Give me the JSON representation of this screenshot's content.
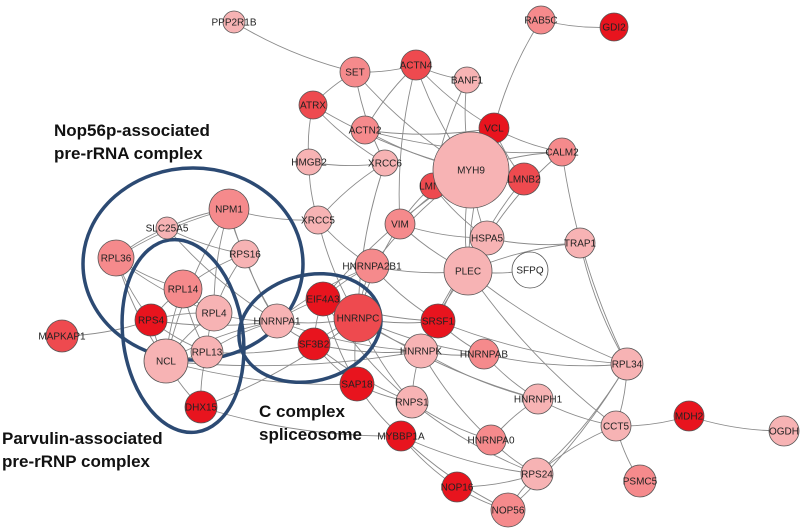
{
  "annotations": {
    "nop56": [
      "Nop56p-associated",
      "pre-rRNA complex"
    ],
    "parvulin": [
      "Parvulin-associated",
      "pre-rRNP complex"
    ],
    "ccomplex": [
      "C complex",
      "spliceosome"
    ]
  },
  "colors": {
    "edge": "#8a8a8a",
    "cluster_outline": "#2c4a73",
    "node_stroke": "#555555",
    "red_dark": "#e8141e",
    "red_mid": "#ee4a4f",
    "red_light": "#f58a8c",
    "pink": "#f7b3b4",
    "white": "#ffffff"
  },
  "nodes": [
    {
      "id": "PPP2R1B",
      "label": "PPP2R1B",
      "shade": "pink"
    },
    {
      "id": "RAB5C",
      "label": "RAB5C",
      "shade": "red_light"
    },
    {
      "id": "GDI2",
      "label": "GDI2",
      "shade": "red_dark"
    },
    {
      "id": "SET",
      "label": "SET",
      "shade": "red_light"
    },
    {
      "id": "ACTN4",
      "label": "ACTN4",
      "shade": "red_mid"
    },
    {
      "id": "BANF1",
      "label": "BANF1",
      "shade": "pink"
    },
    {
      "id": "ATRX",
      "label": "ATRX",
      "shade": "red_mid"
    },
    {
      "id": "ACTN2",
      "label": "ACTN2",
      "shade": "red_light"
    },
    {
      "id": "VCL",
      "label": "VCL",
      "shade": "red_dark"
    },
    {
      "id": "CALM2",
      "label": "CALM2",
      "shade": "red_light"
    },
    {
      "id": "HMGB2",
      "label": "HMGB2",
      "shade": "pink"
    },
    {
      "id": "XRCC6",
      "label": "XRCC6",
      "shade": "pink"
    },
    {
      "id": "LMNA",
      "label": "LMNA",
      "shade": "red_mid"
    },
    {
      "id": "MYH9",
      "label": "MYH9",
      "shade": "pink"
    },
    {
      "id": "LMNB2",
      "label": "LMNB2",
      "shade": "red_mid"
    },
    {
      "id": "NPM1",
      "label": "NPM1",
      "shade": "red_light"
    },
    {
      "id": "SLC25A5",
      "label": "SLC25A5",
      "shade": "pink"
    },
    {
      "id": "XRCC5",
      "label": "XRCC5",
      "shade": "pink"
    },
    {
      "id": "VIM",
      "label": "VIM",
      "shade": "red_light"
    },
    {
      "id": "HSPA5",
      "label": "HSPA5",
      "shade": "pink"
    },
    {
      "id": "TRAP1",
      "label": "TRAP1",
      "shade": "pink"
    },
    {
      "id": "RPL36",
      "label": "RPL36",
      "shade": "red_light"
    },
    {
      "id": "RPS16",
      "label": "RPS16",
      "shade": "pink"
    },
    {
      "id": "HNRNPA2B1",
      "label": "HNRNPA2B1",
      "shade": "red_light"
    },
    {
      "id": "PLEC",
      "label": "PLEC",
      "shade": "pink"
    },
    {
      "id": "SFPQ",
      "label": "SFPQ",
      "shade": "white"
    },
    {
      "id": "RPL14",
      "label": "RPL14",
      "shade": "red_light"
    },
    {
      "id": "RPL4",
      "label": "RPL4",
      "shade": "pink"
    },
    {
      "id": "EIF4A3",
      "label": "EIF4A3",
      "shade": "red_dark"
    },
    {
      "id": "HNRNPA1",
      "label": "HNRNPA1",
      "shade": "pink"
    },
    {
      "id": "HNRNPC",
      "label": "HNRNPC",
      "shade": "red_mid"
    },
    {
      "id": "SRSF1",
      "label": "SRSF1",
      "shade": "red_dark"
    },
    {
      "id": "MAPKAP1",
      "label": "MAPKAP1",
      "shade": "red_mid"
    },
    {
      "id": "RPS4",
      "label": "RPS4",
      "shade": "red_dark"
    },
    {
      "id": "NCL",
      "label": "NCL",
      "shade": "pink"
    },
    {
      "id": "RPL13",
      "label": "RPL13",
      "shade": "pink"
    },
    {
      "id": "SF3B2",
      "label": "SF3B2",
      "shade": "red_dark"
    },
    {
      "id": "HNRNPK",
      "label": "HNRNPK",
      "shade": "pink"
    },
    {
      "id": "HNRNPAB",
      "label": "HNRNPAB",
      "shade": "red_light"
    },
    {
      "id": "RPL34",
      "label": "RPL34",
      "shade": "pink"
    },
    {
      "id": "SAP18",
      "label": "SAP18",
      "shade": "red_dark"
    },
    {
      "id": "RNPS1",
      "label": "RNPS1",
      "shade": "pink"
    },
    {
      "id": "HNRNPH1",
      "label": "HNRNPH1",
      "shade": "pink"
    },
    {
      "id": "DHX15",
      "label": "DHX15",
      "shade": "red_dark"
    },
    {
      "id": "MYBBP1A",
      "label": "MYBBP1A",
      "shade": "red_dark"
    },
    {
      "id": "HNRNPA0",
      "label": "HNRNPA0",
      "shade": "red_light"
    },
    {
      "id": "CCT5",
      "label": "CCT5",
      "shade": "pink"
    },
    {
      "id": "MDH2",
      "label": "MDH2",
      "shade": "red_dark"
    },
    {
      "id": "OGDH",
      "label": "OGDH",
      "shade": "pink"
    },
    {
      "id": "RPS24",
      "label": "RPS24",
      "shade": "pink"
    },
    {
      "id": "PSMC5",
      "label": "PSMC5",
      "shade": "red_light"
    },
    {
      "id": "NOP16",
      "label": "NOP16",
      "shade": "red_dark"
    },
    {
      "id": "NOP56",
      "label": "NOP56",
      "shade": "red_light"
    }
  ],
  "edges": [
    [
      "PPP2R1B",
      "SET"
    ],
    [
      "RAB5C",
      "GDI2"
    ],
    [
      "RAB5C",
      "VCL"
    ],
    [
      "SET",
      "ACTN4"
    ],
    [
      "SET",
      "XRCC6"
    ],
    [
      "SET",
      "ATRX"
    ],
    [
      "SET",
      "MYH9"
    ],
    [
      "ACTN4",
      "ACTN2"
    ],
    [
      "ACTN4",
      "VCL"
    ],
    [
      "ACTN4",
      "MYH9"
    ],
    [
      "ACTN4",
      "BANF1"
    ],
    [
      "ACTN4",
      "VIM"
    ],
    [
      "BANF1",
      "LMNA"
    ],
    [
      "BANF1",
      "MYH9"
    ],
    [
      "ATRX",
      "HMGB2"
    ],
    [
      "ATRX",
      "XRCC6"
    ],
    [
      "ATRX",
      "MYH9"
    ],
    [
      "ACTN2",
      "VCL"
    ],
    [
      "ACTN2",
      "MYH9"
    ],
    [
      "ACTN2",
      "CALM2"
    ],
    [
      "VCL",
      "MYH9"
    ],
    [
      "VCL",
      "CALM2"
    ],
    [
      "VCL",
      "PLEC"
    ],
    [
      "VCL",
      "LMNB2"
    ],
    [
      "CALM2",
      "MYH9"
    ],
    [
      "CALM2",
      "RPL34"
    ],
    [
      "CALM2",
      "HSPA5"
    ],
    [
      "HMGB2",
      "XRCC6"
    ],
    [
      "HMGB2",
      "XRCC5"
    ],
    [
      "XRCC6",
      "XRCC5"
    ],
    [
      "XRCC6",
      "HNRNPC"
    ],
    [
      "LMNA",
      "MYH9"
    ],
    [
      "LMNA",
      "VIM"
    ],
    [
      "LMNA",
      "LMNB2"
    ],
    [
      "LMNA",
      "HSPA5"
    ],
    [
      "MYH9",
      "LMNB2"
    ],
    [
      "MYH9",
      "PLEC"
    ],
    [
      "MYH9",
      "HSPA5"
    ],
    [
      "MYH9",
      "VIM"
    ],
    [
      "MYH9",
      "HNRNPA2B1"
    ],
    [
      "MYH9",
      "EIF4A3"
    ],
    [
      "LMNB2",
      "PLEC"
    ],
    [
      "NPM1",
      "SLC25A5"
    ],
    [
      "NPM1",
      "RPS16"
    ],
    [
      "NPM1",
      "RPL36"
    ],
    [
      "NPM1",
      "RPL4"
    ],
    [
      "NPM1",
      "NCL"
    ],
    [
      "NPM1",
      "HNRNPA1"
    ],
    [
      "NPM1",
      "XRCC5"
    ],
    [
      "SLC25A5",
      "RPL36"
    ],
    [
      "SLC25A5",
      "RPS16"
    ],
    [
      "XRCC5",
      "HNRNPA2B1"
    ],
    [
      "XRCC5",
      "HNRNPC"
    ],
    [
      "VIM",
      "HSPA5"
    ],
    [
      "VIM",
      "PLEC"
    ],
    [
      "VIM",
      "HNRNPC"
    ],
    [
      "HSPA5",
      "PLEC"
    ],
    [
      "HSPA5",
      "TRAP1"
    ],
    [
      "HSPA5",
      "SRSF1"
    ],
    [
      "HSPA5",
      "HNRNPK"
    ],
    [
      "TRAP1",
      "PLEC"
    ],
    [
      "TRAP1",
      "RPL34"
    ],
    [
      "RPL36",
      "RPL14"
    ],
    [
      "RPL36",
      "RPS4"
    ],
    [
      "RPL36",
      "RPL4"
    ],
    [
      "RPL36",
      "NCL"
    ],
    [
      "RPS16",
      "RPL4"
    ],
    [
      "RPS16",
      "RPL14"
    ],
    [
      "RPS16",
      "HNRNPA1"
    ],
    [
      "HNRNPA2B1",
      "HNRNPC"
    ],
    [
      "HNRNPA2B1",
      "EIF4A3"
    ],
    [
      "HNRNPA2B1",
      "PLEC"
    ],
    [
      "HNRNPA2B1",
      "HNRNPA1"
    ],
    [
      "HNRNPA2B1",
      "SRSF1"
    ],
    [
      "PLEC",
      "SFPQ"
    ],
    [
      "PLEC",
      "HNRNPK"
    ],
    [
      "PLEC",
      "RPL34"
    ],
    [
      "PLEC",
      "CCT5"
    ],
    [
      "RPL14",
      "RPS4"
    ],
    [
      "RPL14",
      "RPL4"
    ],
    [
      "RPL14",
      "NCL"
    ],
    [
      "RPL14",
      "RPL13"
    ],
    [
      "RPL4",
      "RPS4"
    ],
    [
      "RPL4",
      "NCL"
    ],
    [
      "RPL4",
      "RPL13"
    ],
    [
      "RPL4",
      "HNRNPA1"
    ],
    [
      "EIF4A3",
      "HNRNPC"
    ],
    [
      "EIF4A3",
      "SF3B2"
    ],
    [
      "EIF4A3",
      "HNRNPA1"
    ],
    [
      "EIF4A3",
      "SRSF1"
    ],
    [
      "EIF4A3",
      "SAP18"
    ],
    [
      "EIF4A3",
      "RNPS1"
    ],
    [
      "HNRNPA1",
      "HNRNPC"
    ],
    [
      "HNRNPA1",
      "SF3B2"
    ],
    [
      "HNRNPA1",
      "RPL13"
    ],
    [
      "HNRNPA1",
      "NCL"
    ],
    [
      "HNRNPC",
      "SF3B2"
    ],
    [
      "HNRNPC",
      "SRSF1"
    ],
    [
      "HNRNPC",
      "HNRNPK"
    ],
    [
      "HNRNPC",
      "HNRNPAB"
    ],
    [
      "HNRNPC",
      "SAP18"
    ],
    [
      "HNRNPC",
      "RNPS1"
    ],
    [
      "HNRNPC",
      "HNRNPH1"
    ],
    [
      "SRSF1",
      "HNRNPK"
    ],
    [
      "SRSF1",
      "HNRNPAB"
    ],
    [
      "SRSF1",
      "RPL34"
    ],
    [
      "MAPKAP1",
      "RPS4"
    ],
    [
      "RPS4",
      "NCL"
    ],
    [
      "RPS4",
      "RPL13"
    ],
    [
      "NCL",
      "RPL13"
    ],
    [
      "NCL",
      "DHX15"
    ],
    [
      "NCL",
      "HNRNPK"
    ],
    [
      "RPL13",
      "DHX15"
    ],
    [
      "SF3B2",
      "SAP18"
    ],
    [
      "SF3B2",
      "HNRNPK"
    ],
    [
      "SF3B2",
      "RNPS1"
    ],
    [
      "HNRNPK",
      "HNRNPAB"
    ],
    [
      "HNRNPK",
      "HNRNPH1"
    ],
    [
      "HNRNPK",
      "RNPS1"
    ],
    [
      "HNRNPK",
      "HNRNPA0"
    ],
    [
      "HNRNPAB",
      "HNRNPH1"
    ],
    [
      "HNRNPAB",
      "RPL34"
    ],
    [
      "SAP18",
      "RNPS1"
    ],
    [
      "SAP18",
      "MYBBP1A"
    ],
    [
      "RNPS1",
      "HNRNPA0"
    ],
    [
      "RNPS1",
      "RPS24"
    ],
    [
      "HNRNPH1",
      "HNRNPA0"
    ],
    [
      "HNRNPH1",
      "CCT5"
    ],
    [
      "DHX15",
      "MYBBP1A"
    ],
    [
      "MYBBP1A",
      "NOP16"
    ],
    [
      "MYBBP1A",
      "NOP56"
    ],
    [
      "MYBBP1A",
      "RPS24"
    ],
    [
      "HNRNPA0",
      "RPS24"
    ],
    [
      "CCT5",
      "MDH2"
    ],
    [
      "CCT5",
      "PSMC5"
    ],
    [
      "CCT5",
      "RPL34"
    ],
    [
      "CCT5",
      "RPS24"
    ],
    [
      "MDH2",
      "OGDH"
    ],
    [
      "RPS24",
      "NOP56"
    ],
    [
      "RPS24",
      "RPL34"
    ],
    [
      "NOP16",
      "NOP56"
    ],
    [
      "NOP16",
      "RPS24"
    ],
    [
      "NOP56",
      "RPL34"
    ],
    [
      "DHX15",
      "HNRNPC"
    ],
    [
      "RPS4",
      "HNRNPA1"
    ],
    [
      "SLC25A5",
      "HNRNPA1"
    ],
    [
      "RPL13",
      "SF3B2"
    ],
    [
      "NCL",
      "SAP18"
    ],
    [
      "HNRNPA1",
      "HNRNPK"
    ]
  ]
}
